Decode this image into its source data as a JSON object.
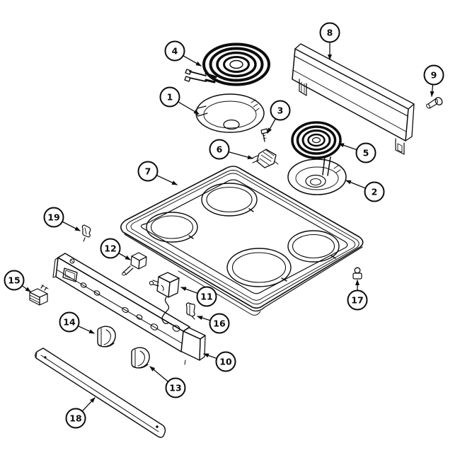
{
  "diagram": {
    "kind": "exploded-parts-diagram",
    "theme": {
      "background": "#ffffff",
      "line_color": "#0c0c0c"
    },
    "callouts": [
      {
        "label": "1",
        "part": "drip-bowl-large"
      },
      {
        "label": "2",
        "part": "drip-bowl-small"
      },
      {
        "label": "3",
        "part": "screw"
      },
      {
        "label": "4",
        "part": "surface-element-large"
      },
      {
        "label": "5",
        "part": "surface-element-small"
      },
      {
        "label": "6",
        "part": "element-receptacle"
      },
      {
        "label": "7",
        "part": "main-top"
      },
      {
        "label": "8",
        "part": "backguard-panel"
      },
      {
        "label": "9",
        "part": "screw"
      },
      {
        "label": "10",
        "part": "control-panel"
      },
      {
        "label": "11",
        "part": "switch"
      },
      {
        "label": "12",
        "part": "switch-block"
      },
      {
        "label": "13",
        "part": "control-knob"
      },
      {
        "label": "14",
        "part": "control-knob"
      },
      {
        "label": "15",
        "part": "receptacle-block"
      },
      {
        "label": "16",
        "part": "clip"
      },
      {
        "label": "17",
        "part": "screw-grommet"
      },
      {
        "label": "18",
        "part": "trim-strip"
      },
      {
        "label": "19",
        "part": "clip"
      }
    ]
  }
}
